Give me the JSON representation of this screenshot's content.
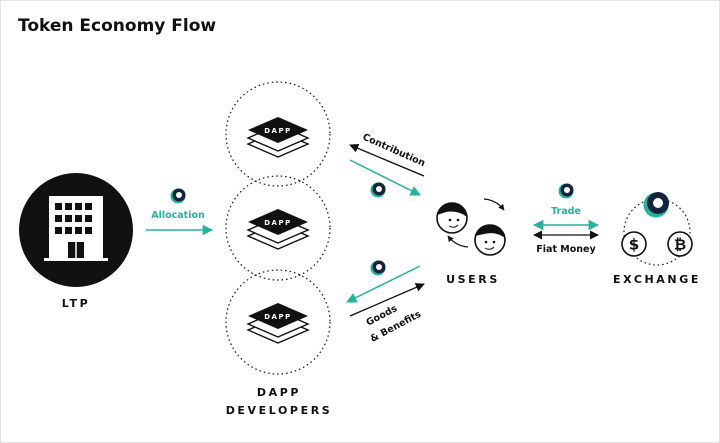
{
  "title": "Token Economy Flow",
  "nodes": {
    "ltp": "LTP",
    "dapp_developers_line1": "DAPP",
    "dapp_developers_line2": "DEVELOPERS",
    "users": "USERS",
    "exchange": "EXCHANGE"
  },
  "dapp_stack_label": "DAPP",
  "flows": {
    "allocation": "Allocation",
    "contribution": "Contribution",
    "goods_line1": "Goods",
    "goods_line2": "& Benefits",
    "trade": "Trade",
    "fiat_money": "Fiat Money"
  },
  "exchange_symbols": {
    "dollar": "$",
    "bitcoin": "₿"
  },
  "colors": {
    "accent": "#26b39b",
    "token_ring": "#15233f",
    "ink": "#111111"
  }
}
